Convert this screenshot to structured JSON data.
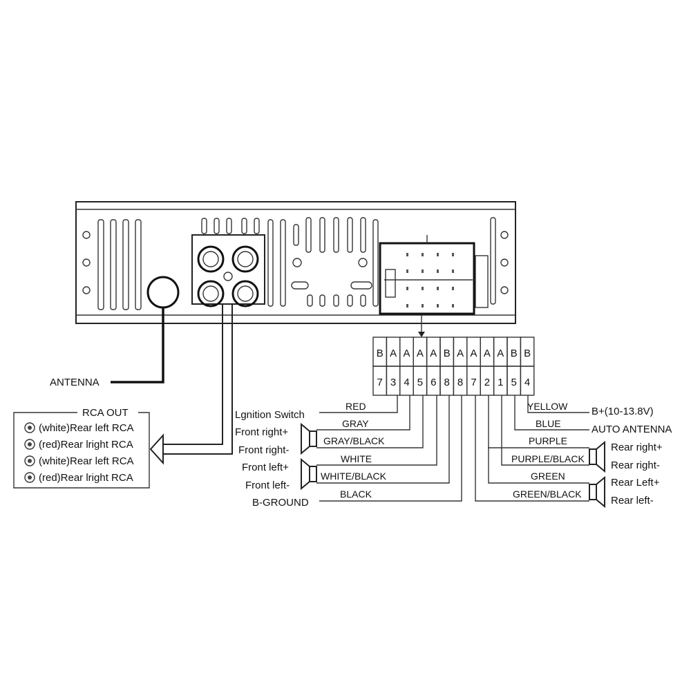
{
  "antenna_label": "ANTENNA",
  "rca": {
    "title": "RCA OUT",
    "items": [
      "(white)Rear left RCA",
      "(red)Rear lright RCA",
      "(white)Rear left RCA",
      "(red)Rear lright RCA"
    ]
  },
  "connector": {
    "letters": [
      "B",
      "A",
      "A",
      "A",
      "A",
      "B",
      "A",
      "A",
      "A",
      "A",
      "B",
      "B"
    ],
    "numbers": [
      "7",
      "3",
      "4",
      "5",
      "6",
      "8",
      "8",
      "7",
      "2",
      "1",
      "5",
      "4"
    ]
  },
  "left_wires": [
    "RED",
    "GRAY",
    "GRAY/BLACK",
    "WHITE",
    "WHITE/BLACK",
    "BLACK"
  ],
  "left_labels": [
    "Lgnition Switch",
    "Front right+",
    "Front right-",
    "Front left+",
    "Front left-",
    "B-GROUND"
  ],
  "right_wires": [
    "YELLOW",
    "BLUE",
    "PURPLE",
    "PURPLE/BLACK",
    "GREEN",
    "GREEN/BLACK"
  ],
  "right_labels": [
    "B+(10-13.8V)",
    "AUTO ANTENNA",
    "Rear right+",
    "Rear right-",
    "Rear Left+",
    "Rear left-"
  ]
}
